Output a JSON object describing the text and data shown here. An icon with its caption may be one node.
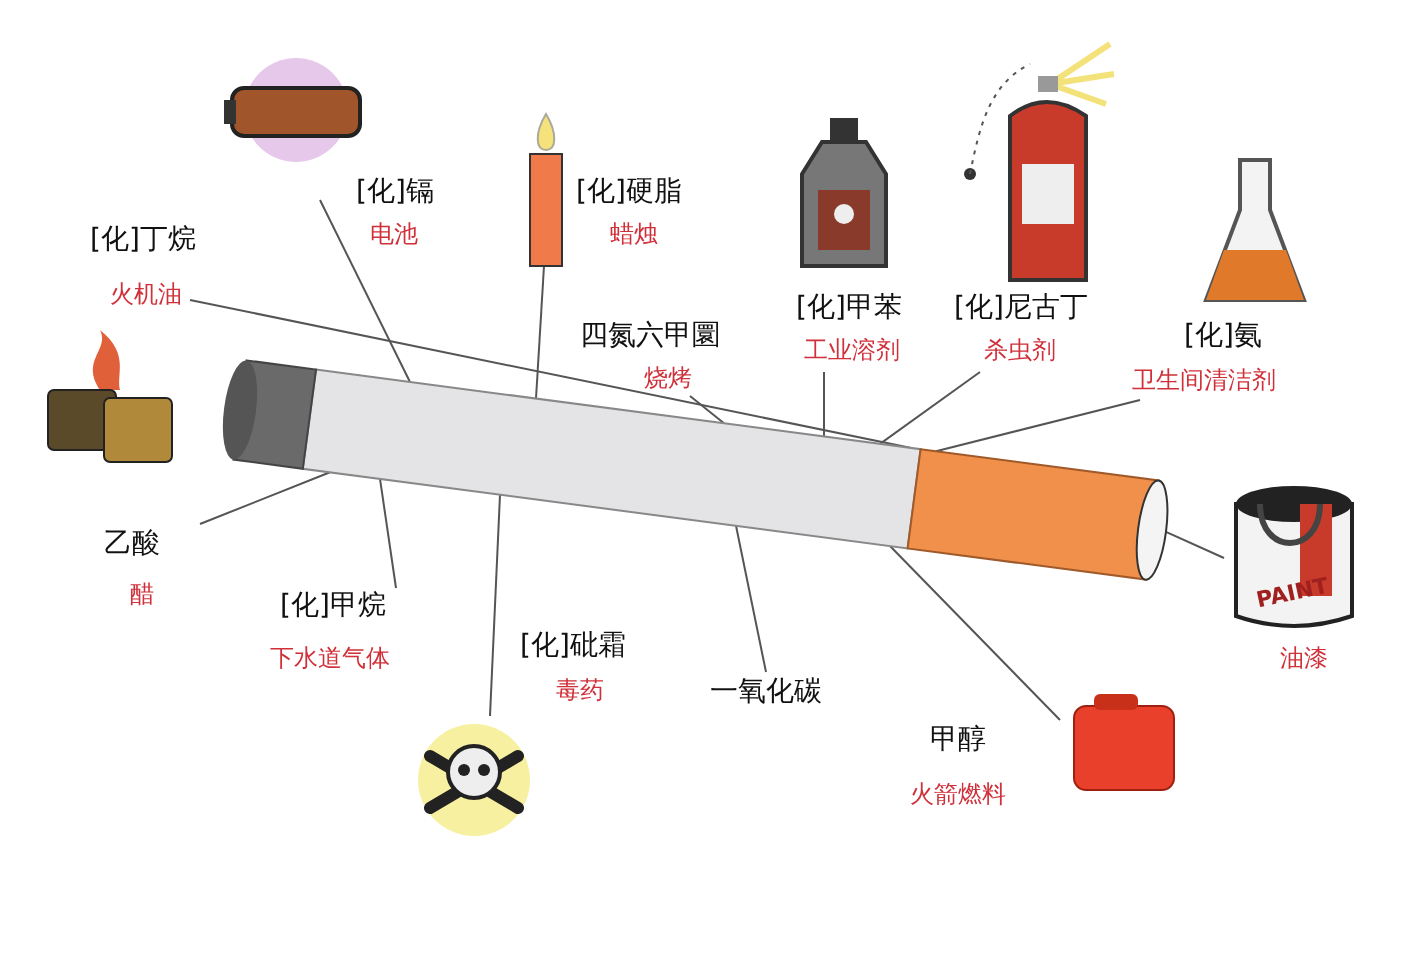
{
  "diagram": {
    "nodes": [
      {
        "text": [],
        "shape": "picture"
      },
      {
        "text": [
          "[化]丁烷",
          "火机油"
        ]
      },
      {
        "text": [
          "[化]镉",
          "电池"
        ]
      },
      {
        "text": [
          "[化]硬脂",
          "蜡烛"
        ]
      },
      {
        "text": [
          "四氮六甲圜",
          "烧烤"
        ]
      },
      {
        "text": [
          "[化]甲苯",
          "工业溶剂"
        ]
      },
      {
        "text": [
          "[化]尼古丁",
          "杀虫剂"
        ]
      },
      {
        "text": [
          "[化]氨",
          "卫生间清洁剂"
        ]
      },
      {
        "text": [
          "乙酸",
          "醋"
        ]
      },
      {
        "text": [
          "[化]甲烷",
          "下水道气体"
        ]
      },
      {
        "text": [
          "[化]砒霜",
          "毒药"
        ]
      },
      {
        "text": [
          "一氧化碳"
        ]
      },
      {
        "text": [
          "甲醇",
          "火箭燃料"
        ]
      },
      {
        "text": [
          "油漆"
        ]
      }
    ],
    "edges": [
      {
        "from": 1,
        "to": 0,
        "arrow": "none"
      },
      {
        "from": 2,
        "to": 0,
        "arrow": "none"
      },
      {
        "from": 3,
        "to": 0,
        "arrow": "none"
      },
      {
        "from": 4,
        "to": 0,
        "arrow": "none"
      },
      {
        "from": 5,
        "to": 0,
        "arrow": "none"
      },
      {
        "from": 6,
        "to": 0,
        "arrow": "none"
      },
      {
        "from": 7,
        "to": 0,
        "arrow": "none"
      },
      {
        "from": 8,
        "to": 0,
        "arrow": "none"
      },
      {
        "from": 9,
        "to": 0,
        "arrow": "none"
      },
      {
        "from": 10,
        "to": 0,
        "arrow": "none"
      },
      {
        "from": 11,
        "to": 0,
        "arrow": "none"
      },
      {
        "from": 12,
        "to": 0,
        "arrow": "none"
      },
      {
        "from": 0,
        "to": 13,
        "arrow": "none"
      }
    ],
    "labels": [
      "PAINT"
    ]
  }
}
